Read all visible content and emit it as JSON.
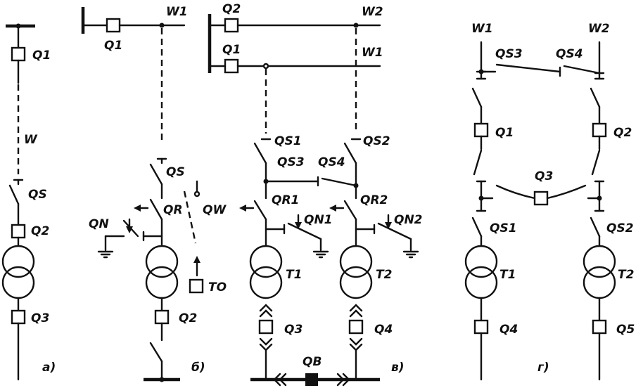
{
  "panel_a": {
    "Q1": "Q1",
    "W": "W",
    "QS": "QS",
    "Q2": "Q2",
    "Q3": "Q3",
    "caption": "а)"
  },
  "panel_b": {
    "Q1": "Q1",
    "W1": "W1",
    "QS": "QS",
    "QR": "QR",
    "QW": "QW",
    "QN": "QN",
    "TO": "TO",
    "Q2": "Q2",
    "caption": "б)"
  },
  "panel_v": {
    "Q2": "Q2",
    "W2": "W2",
    "Q1": "Q1",
    "W1": "W1",
    "QS1": "QS1",
    "QS2": "QS2",
    "QS3": "QS3",
    "QS4": "QS4",
    "QR1": "QR1",
    "QR2": "QR2",
    "QN1": "QN1",
    "QN2": "QN2",
    "T1": "T1",
    "T2": "T2",
    "Q3": "Q3",
    "Q4": "Q4",
    "QB": "QB",
    "caption": "в)"
  },
  "panel_g": {
    "W1": "W1",
    "W2": "W2",
    "QS3": "QS3",
    "QS4": "QS4",
    "Q1": "Q1",
    "Q2": "Q2",
    "Q3": "Q3",
    "QS1": "QS1",
    "QS2": "QS2",
    "T1": "T1",
    "T2": "T2",
    "Q4": "Q4",
    "Q5": "Q5",
    "caption": "г)"
  }
}
